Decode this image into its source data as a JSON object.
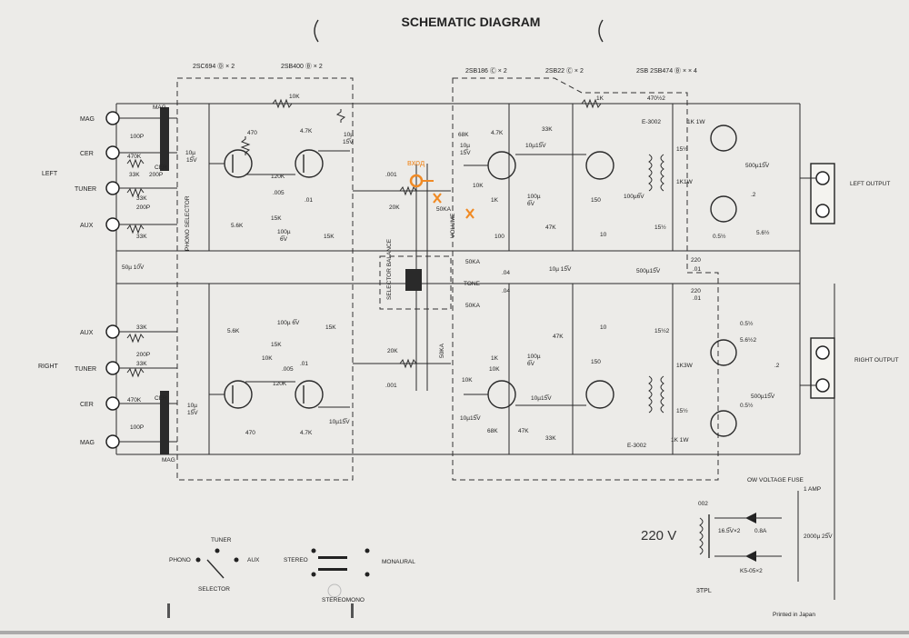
{
  "title": "SCHEMATIC DIAGRAM",
  "transistor_notes": {
    "t1": "2SC694 Ⓓ × 2",
    "t2": "2SB400 Ⓑ × 2",
    "t3": "2SB186 Ⓒ × 2",
    "t4": "2SB22 Ⓒ × 2",
    "t5": "2SB  2SB474 Ⓑ × × 4"
  },
  "inputs_left": {
    "mag": "MAG",
    "cer": "CER",
    "tuner": "TUNER",
    "aux": "AUX",
    "side": "LEFT"
  },
  "inputs_right": {
    "aux": "AUX",
    "tuner": "TUNER",
    "cer": "CER",
    "mag": "MAG",
    "side": "RIGHT"
  },
  "switch_labels": {
    "mag_top": "MAG",
    "cer_top": "CER",
    "mag_bottom": "MAG",
    "cer_bottom": "CER",
    "phono_selector": "PHONO SELECTOR",
    "selector_balance": "SELECTOR BALANCE",
    "volume": "VOLUME",
    "tone": "TONE"
  },
  "annotations": {
    "vhod": "вход",
    "mains": "220 V"
  },
  "components_top": {
    "c100p": "100P",
    "r470k": "470K",
    "r33k_a": "33K",
    "c200p_a": "200P",
    "r33k_b": "33K",
    "c200p_b": "200P",
    "r33k_c": "33K",
    "c10u": "10µ",
    "c15v": "15̅V",
    "r470": "470",
    "r10k_a": "10K",
    "r47k_a": "4.7K",
    "c10u_b": "10µ",
    "c15v_b": "15̅V",
    "r120k": "120K",
    "c005": ".005",
    "c01": ".01",
    "r15k": "15K",
    "r56k": "5.6K",
    "c100u": "100µ",
    "c6v": "6̅V",
    "r15k_b": "15K",
    "c001": ".001",
    "r20k": "20K",
    "r50ka": "50KA",
    "r68k": "68K",
    "r47k_b": "4.7K",
    "r10k_b": "10K",
    "c10u_c": "10µ",
    "c15v_c": "15̅V",
    "r1k": "1K",
    "c100u_b": "100µ",
    "c6v_b": "6̅V",
    "r100": "100",
    "r33k_d": "33K",
    "c10u15v": "10µ15̅V",
    "r47k_c": "47K",
    "r1k_b": "1K",
    "r470half": "470½2",
    "e3002": "E-3002",
    "r1k1w": "1K 1W",
    "r15half": "15½",
    "r150": "150",
    "r10": "10",
    "c100u6v": "100µ6̅V",
    "c500u15v": "500µ15̅V",
    "c2": ".2",
    "r56half": "5.6½",
    "r05half": "0.5½",
    "r1k1w_b": "1K1W"
  },
  "components_mid": {
    "c50u10v": "50µ 10̅V",
    "r50ka_b": "50KA",
    "c04": ".04",
    "r50ka_c": "50KA",
    "c04_b": ".04",
    "c10u15v_b": "10µ 15̅V",
    "c500u15v_b": "500µ15̅V",
    "r220": "220",
    "c01_b": ".01",
    "r220_b": "220",
    "c01_c": ".01"
  },
  "components_bottom": {
    "r56k": "5.6K",
    "c100u6v": "100µ 6̅V",
    "r15k": "15K",
    "r15k_b": "15K",
    "c005": ".005",
    "c01": ".01",
    "r120k": "120K",
    "r10k": "10K",
    "c10u": "10µ",
    "c15v": "15̅V",
    "r470": "470",
    "r47k": "4.7K",
    "c10u15v": "10µ15̅V",
    "r33k": "33K",
    "c200p": "200P",
    "r33k_b": "33K",
    "r470k": "470K",
    "c100p": "100P",
    "r20k": "20K",
    "c001": ".001",
    "r50ka": "50KA",
    "r47k_b": "47K",
    "r1k": "1K",
    "r10k_b": "10K",
    "c100u": "100µ",
    "c6v": "6̅V",
    "r10k_c": "10K",
    "c10u15v_b": "10µ15̅V",
    "r68k": "68K",
    "r47k_c": "47K",
    "r33k_c": "33K",
    "r10": "10",
    "r150": "150",
    "r15half": "15½2",
    "r1k3w": "1K3W",
    "r05half": "0.5½",
    "r56half": "5.6½2",
    "c2": ".2",
    "c500u15v": "500µ15̅V",
    "r15half_b": "15½",
    "r05half_b": "0.5½",
    "r1k1w": "1K 1W",
    "e3002": "E-3002"
  },
  "outputs": {
    "left": "LEFT OUTPUT",
    "right": "RIGHT OUTPUT"
  },
  "power": {
    "fuse": "OW VOLTAGE FUSE",
    "amp": "1 AMP",
    "tr_label": "002",
    "secondary": "16.5̅V×2",
    "d1": "0.8A",
    "d2": "K5-05×2",
    "cap": "2000µ 25̅V",
    "tr_model": "3TPL"
  },
  "selector_panel": {
    "tuner": "TUNER",
    "phono": "PHONO",
    "aux": "AUX",
    "selector": "SELECTOR",
    "stereo": "STEREO",
    "monaural": "MONAURAL",
    "stereomono": "STEREOMONO"
  },
  "printed": "Printed in Japan",
  "accent": "#f08a24"
}
